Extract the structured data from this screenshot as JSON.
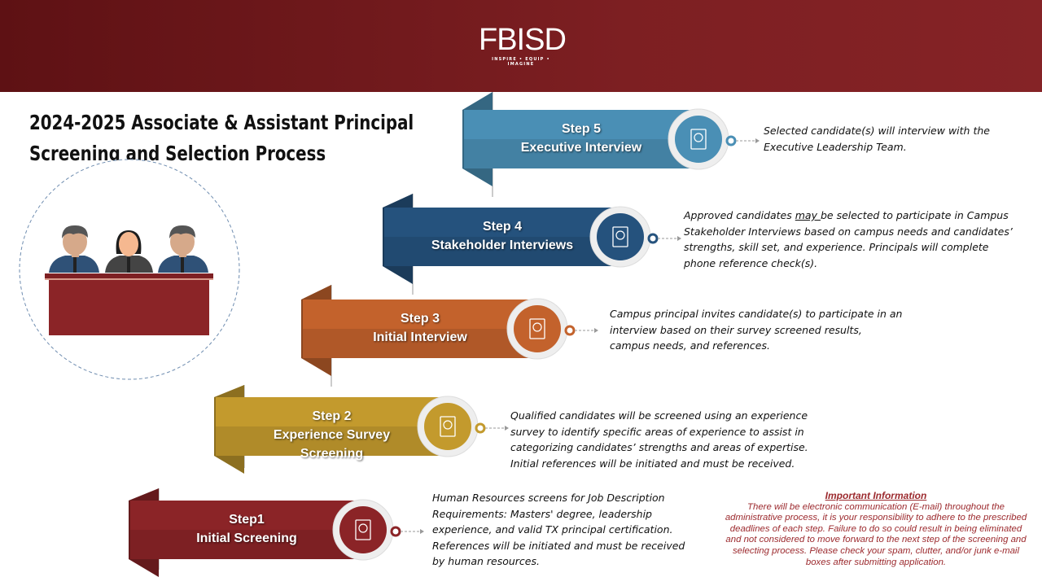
{
  "header": {
    "logo_text": "FBISD",
    "logo_tagline": "INSPIRE • EQUIP • IMAGINE"
  },
  "title": {
    "line1": "2024-2025 Associate & Assistant Principal",
    "line2": "Screening and Selection Process"
  },
  "steps": [
    {
      "step": "Step1",
      "name": "Initial Screening",
      "color": "#8b2427",
      "icon": "checklist-search-icon",
      "description": "Human Resources screens for Job Description Requirements:  Masters' degree, leadership experience, and valid TX principal certification. References will be initiated and must be received by human resources."
    },
    {
      "step": "Step 2",
      "name": "Experience Survey Screening",
      "color": "#c39a2d",
      "icon": "survey-board-icon",
      "description": "Qualified candidates will be screened using an experience survey to identify specific areas of experience to assist in categorizing candidates’ strengths and areas of expertise. Initial references will be initiated and must be received."
    },
    {
      "step": "Step 3",
      "name": "Initial Interview",
      "color": "#c3622c",
      "icon": "interview-document-icon",
      "description": "Campus principal invites candidate(s) to participate in an interview based on their survey screened results, campus needs, and references."
    },
    {
      "step": "Step 4",
      "name": "Stakeholder Interviews",
      "color": "#25527d",
      "icon": "magnifier-pulse-icon",
      "description_pre": "Approved candidates ",
      "description_em": "may ",
      "description_post": "be selected to participate in Campus Stakeholder Interviews  based on campus needs and candidates’ strengths, skill set, and experience.  Principals will complete phone reference check(s)."
    },
    {
      "step": "Step 5",
      "name": "Executive Interview",
      "color": "#4a8fb5",
      "icon": "certificate-icon",
      "description": "Selected candidate(s) will interview with the Executive Leadership Team."
    }
  ],
  "important": {
    "heading": "Important Information",
    "text": "There will be electronic communication (E-mail) throughout the administrative process, it is your responsibility to adhere to the prescribed deadlines of each step.  Failure to  do so could result in being eliminated and not considered to move forward to the next step of the screening and selecting process.  Please check your spam, clutter, and/or junk e-mail boxes after submitting application."
  }
}
